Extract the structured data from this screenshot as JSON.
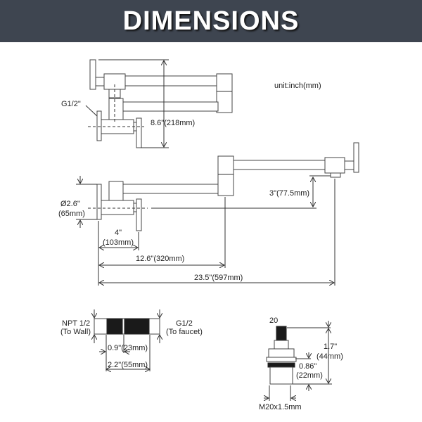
{
  "header": {
    "title": "DIMENSIONS"
  },
  "unit_label": "unit:inch(mm)",
  "folded_view": {
    "thread_label": "G1/2\"",
    "depth": "8.6\"(218mm)"
  },
  "extended_view": {
    "flange_dia": "Ø2.6\"",
    "flange_dia_mm": "(65mm)",
    "spout_drop": "3\"(77.5mm)",
    "valve_reach": "4\"",
    "valve_reach_mm": "(103mm)",
    "first_arm": "12.6\"(320mm)",
    "total_reach": "23.5\"(597mm)"
  },
  "adapter": {
    "left_label": "NPT 1/2",
    "left_sub": "(To Wall)",
    "right_label": "G1/2",
    "right_sub": "(To faucet)",
    "inner_len": "0.9\"(23mm)",
    "total_len": "2.2\"(55mm)"
  },
  "cartridge": {
    "spline": "20",
    "height": "1.7\"",
    "height_mm": "(44mm)",
    "lower": "0.86\"",
    "lower_mm": "(22mm)",
    "thread": "M20x1.5mm"
  }
}
